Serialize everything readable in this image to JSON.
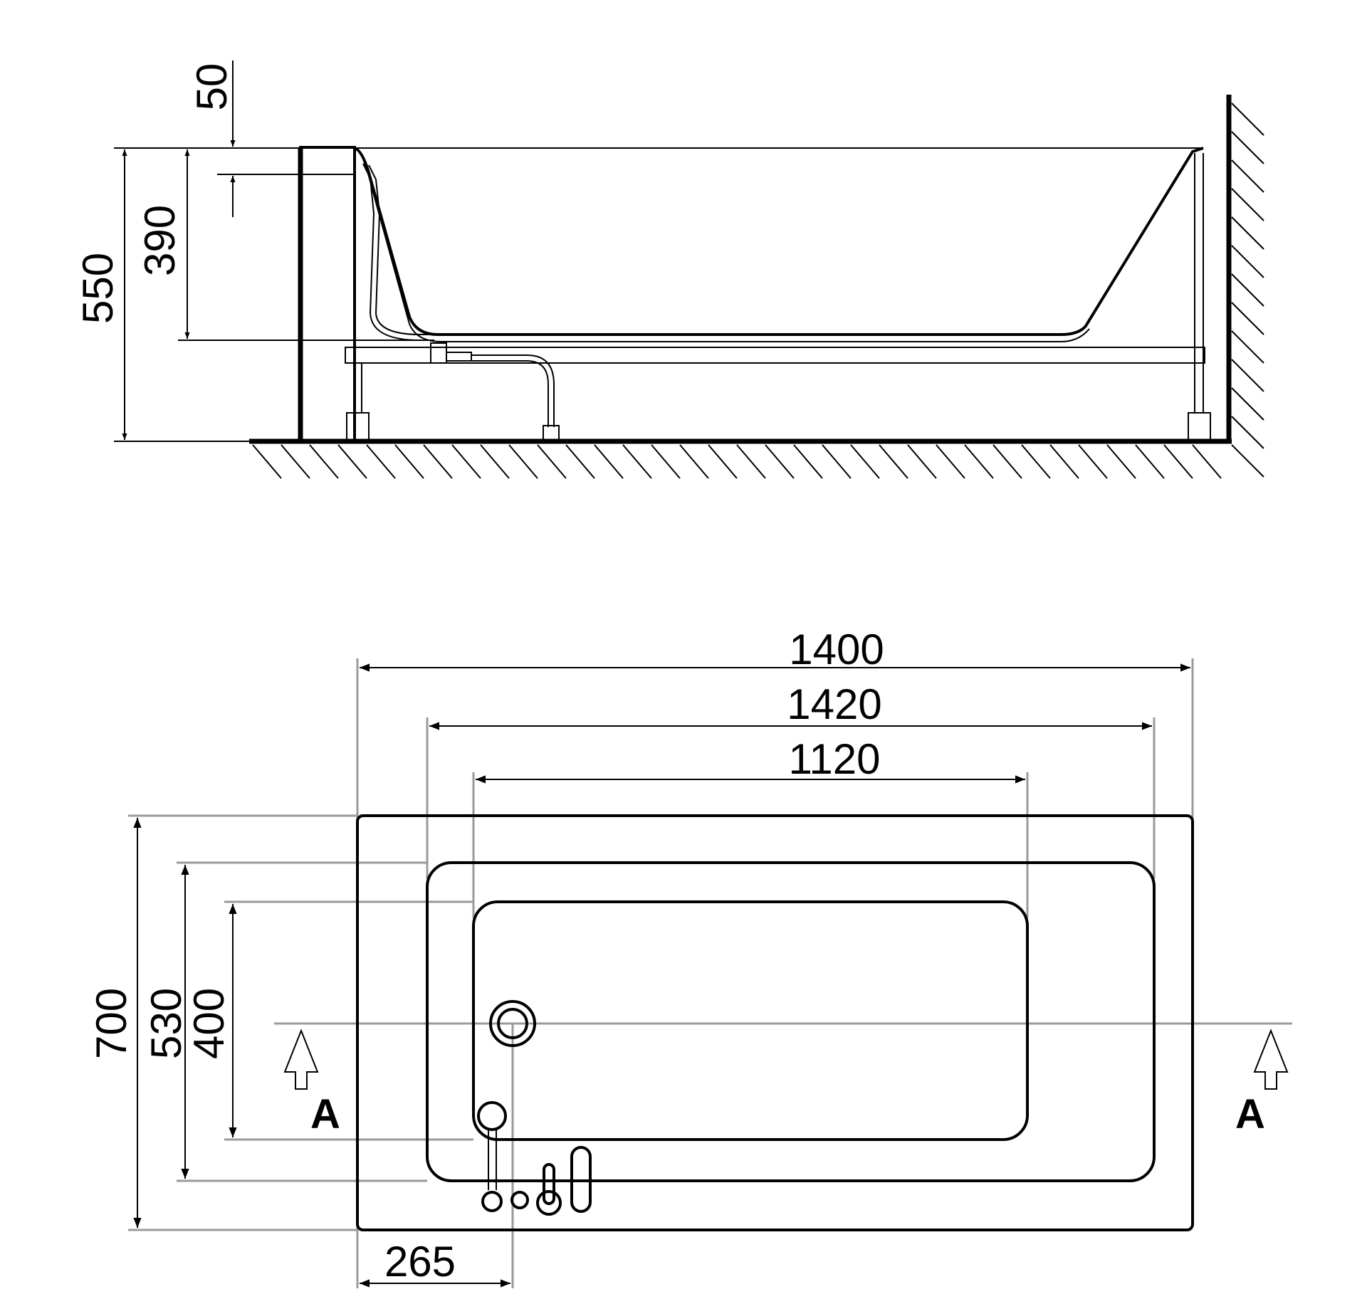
{
  "side_view": {
    "dimensions": {
      "rim_offset": "50",
      "depth": "390",
      "total_height": "550"
    }
  },
  "top_view": {
    "dimensions": {
      "overall_length": "1400",
      "inner_length": "1420",
      "bottom_length": "1120",
      "overall_width": "700",
      "inner_width": "530",
      "bottom_width": "400",
      "drain_offset": "265"
    },
    "section_marker_left": "A",
    "section_marker_right": "A"
  },
  "colors": {
    "line": "#000000",
    "extension_line": "#9a9a9a",
    "background": "#ffffff"
  }
}
